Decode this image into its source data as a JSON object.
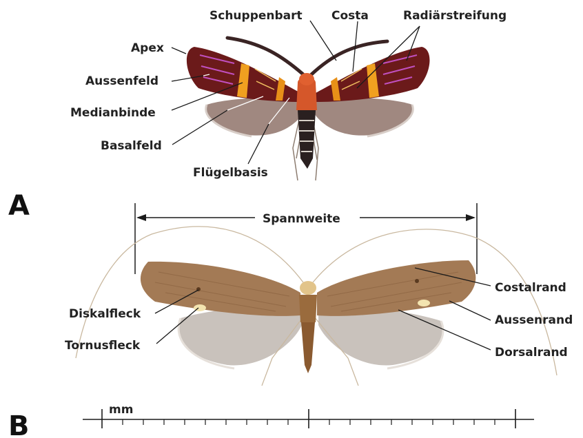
{
  "panels": {
    "a": "A",
    "b": "B"
  },
  "moth_a": {
    "labels": {
      "schuppenbart": "Schuppenbart",
      "costa": "Costa",
      "radiaerstreifung": "Radiärstreifung",
      "apex": "Apex",
      "aussenfeld": "Aussenfeld",
      "medianbinde": "Medianbinde",
      "basalfeld": "Basalfeld",
      "fluegelbasis": "Flügelbasis"
    }
  },
  "moth_b": {
    "spannweite": "Spannweite",
    "labels": {
      "diskalfleck": "Diskalfleck",
      "tornusfleck": "Tornusfleck",
      "costalrand": "Costalrand",
      "aussenrand": "Aussenrand",
      "dorsalrand": "Dorsalrand"
    }
  },
  "scale": {
    "unit": "mm"
  },
  "colors": {
    "moth_a_forewing": "#6b1a1a",
    "moth_a_band": "#f0a020",
    "moth_a_violet": "#c050c0",
    "moth_a_hindwing": "#a08880",
    "moth_b_forewing": "#a37a55",
    "moth_b_hindwing": "#c9c2bc",
    "spots": "#f3e4b0"
  }
}
